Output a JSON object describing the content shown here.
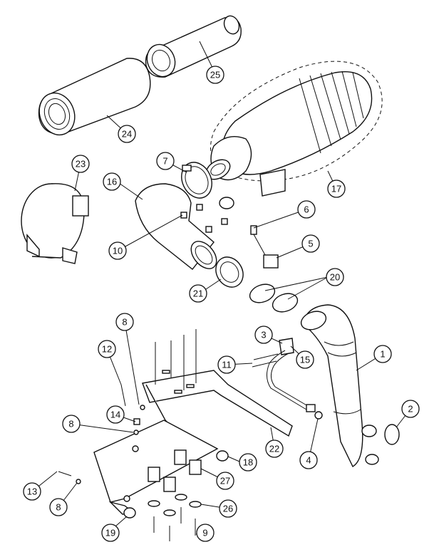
{
  "diagram": {
    "callouts": [
      {
        "id": "c1",
        "label": "1"
      },
      {
        "id": "c2",
        "label": "2"
      },
      {
        "id": "c3",
        "label": "3"
      },
      {
        "id": "c4",
        "label": "4"
      },
      {
        "id": "c5",
        "label": "5"
      },
      {
        "id": "c6",
        "label": "6"
      },
      {
        "id": "c7",
        "label": "7"
      },
      {
        "id": "c8a",
        "label": "8"
      },
      {
        "id": "c8b",
        "label": "8"
      },
      {
        "id": "c8c",
        "label": "8"
      },
      {
        "id": "c9",
        "label": "9"
      },
      {
        "id": "c10",
        "label": "10"
      },
      {
        "id": "c11",
        "label": "11"
      },
      {
        "id": "c12",
        "label": "12"
      },
      {
        "id": "c13",
        "label": "13"
      },
      {
        "id": "c14",
        "label": "14"
      },
      {
        "id": "c15",
        "label": "15"
      },
      {
        "id": "c16",
        "label": "16"
      },
      {
        "id": "c17",
        "label": "17"
      },
      {
        "id": "c18",
        "label": "18"
      },
      {
        "id": "c19",
        "label": "19"
      },
      {
        "id": "c20",
        "label": "20"
      },
      {
        "id": "c21",
        "label": "21"
      },
      {
        "id": "c22",
        "label": "22"
      },
      {
        "id": "c23",
        "label": "23"
      },
      {
        "id": "c24",
        "label": "24"
      },
      {
        "id": "c25",
        "label": "25"
      },
      {
        "id": "c26",
        "label": "26"
      },
      {
        "id": "c27",
        "label": "27"
      }
    ]
  }
}
